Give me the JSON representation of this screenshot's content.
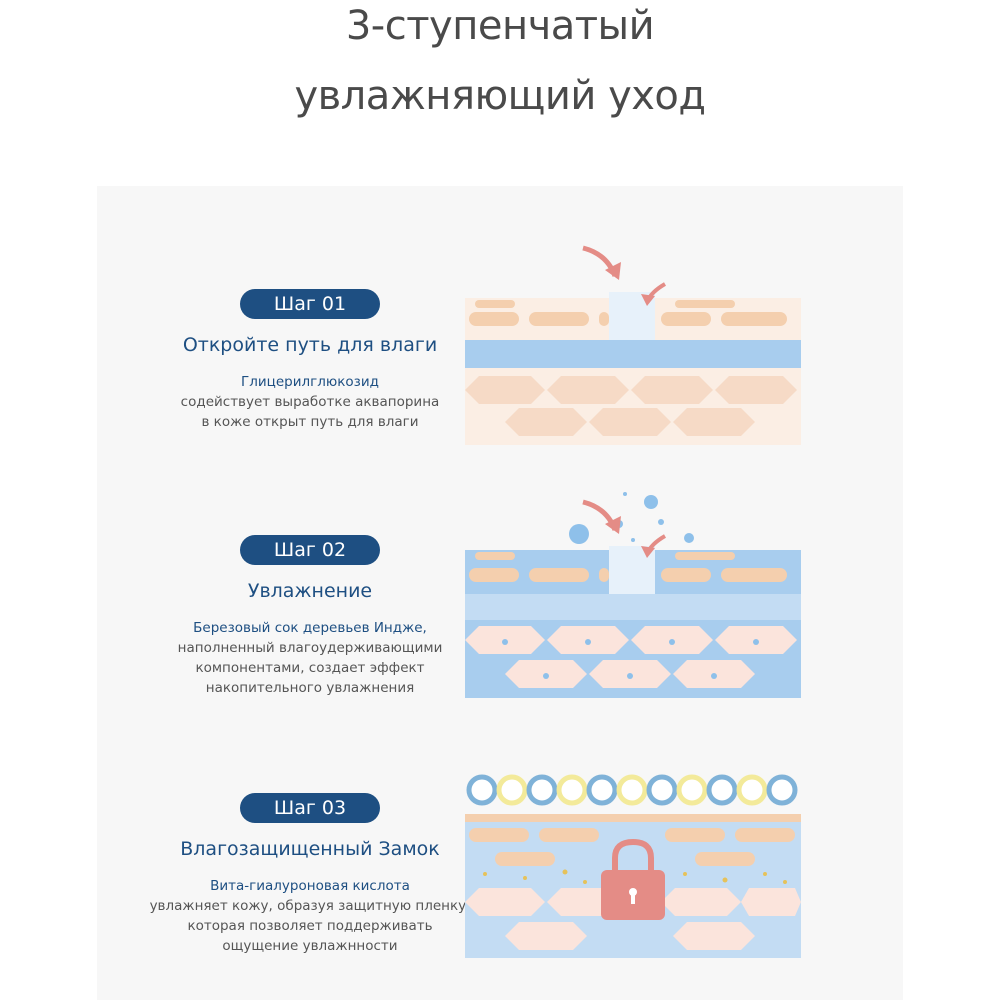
{
  "headline": {
    "line1": "3-ступенчатый",
    "line2": "увлажняющий уход"
  },
  "colors": {
    "navy": "#1e4f82",
    "skin_cell": "#f4cfae",
    "skin_light": "#fbeee4",
    "moisture": "#a8cdee",
    "lock": "#e48c86"
  },
  "steps": [
    {
      "badge": "Шаг  01",
      "title": "Откройте путь для влаги",
      "highlight": "Глицерилглюкозид",
      "lines": [
        "содействует выработке аквапорина",
        "в коже открыт путь для влаги"
      ],
      "illustration": "skin-channel-opening"
    },
    {
      "badge": "Шаг 02",
      "title": "Увлажнение",
      "highlight": "Березовый сок деревьев Индже,",
      "lines": [
        "наполненный влагоудерживающими",
        "компонентами, создает эффект",
        "накопительного увлажнения"
      ],
      "illustration": "skin-hydration"
    },
    {
      "badge": "Шаг 03",
      "title": "Влагозащищенный Замок",
      "highlight": "Вита-гиалуроновая кислота",
      "lines": [
        "увлажняет кожу, образуя защитную пленку,",
        "которая позволяет поддерживать",
        "ощущение увлажнности"
      ],
      "illustration": "moisture-lock",
      "icon": "padlock-icon"
    }
  ]
}
